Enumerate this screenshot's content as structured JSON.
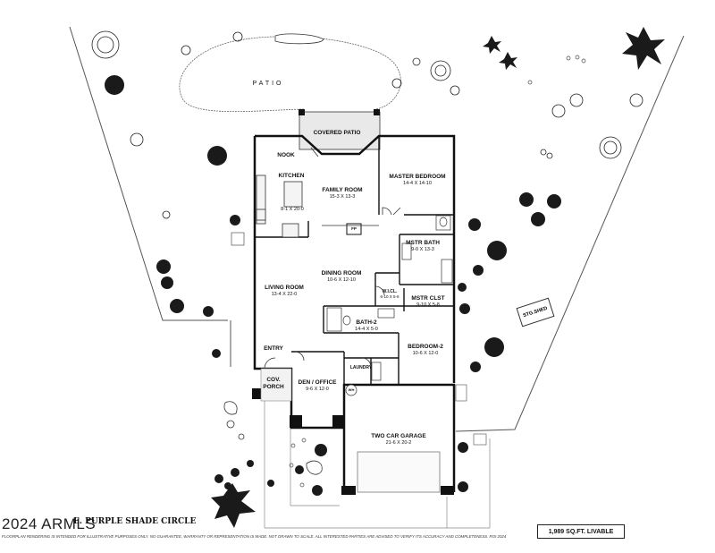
{
  "plan": {
    "patio_label": "PATIO",
    "rooms": [
      {
        "name": "COVERED PATIO",
        "dims": ""
      },
      {
        "name": "NOOK",
        "dims": ""
      },
      {
        "name": "KITCHEN",
        "dims": "8-1 X 20-0"
      },
      {
        "name": "FAMILY ROOM",
        "dims": "15-3 X 13-3"
      },
      {
        "name": "MASTER BEDROOM",
        "dims": "14-4 X 14-10"
      },
      {
        "name": "MSTR BATH",
        "dims": "9-0 X 13-3"
      },
      {
        "name": "DINING ROOM",
        "dims": "10-6 X 12-10"
      },
      {
        "name": "LIVING ROOM",
        "dims": "13-4 X 22-0"
      },
      {
        "name": "W.I.CL.",
        "dims": "6-10 X 5-6"
      },
      {
        "name": "MSTR CLST",
        "dims": "9-10 X 5-8"
      },
      {
        "name": "BATH-2",
        "dims": "14-4 X 5-0"
      },
      {
        "name": "BEDROOM-2",
        "dims": "10-6 X 12-0"
      },
      {
        "name": "ENTRY",
        "dims": ""
      },
      {
        "name": "COV. PORCH",
        "dims": ""
      },
      {
        "name": "DEN / OFFICE",
        "dims": "9-6 X 12-0"
      },
      {
        "name": "LAUNDRY",
        "dims": ""
      },
      {
        "name": "TWO CAR GARAGE",
        "dims": "21-6 X 20-2"
      }
    ],
    "shed_label": "STG.SHED",
    "fp_label": "FP",
    "wh_label": "WH"
  },
  "footer": {
    "watermark": "2024 ARMLS",
    "address": "E. PURPLE SHADE CIRCLE",
    "disclaimer": "FLOORPLAN RENDERING IS INTENDED FOR ILLUSTRATIVE PURPOSES ONLY.  NO GUARANTEE, WARRANTY OR REPRESENTATION IS MADE.  NOT DRAWN TO SCALE.  ALL INTERESTED PARTIES ARE ADVISED TO VERIFY ITS ACCURACY AND COMPLETENESS.  ROI 2024",
    "area": "1,989 SQ.FT. LIVABLE"
  },
  "colors": {
    "wall": "#111111",
    "line": "#333333",
    "plant": "#1a1a1a"
  }
}
